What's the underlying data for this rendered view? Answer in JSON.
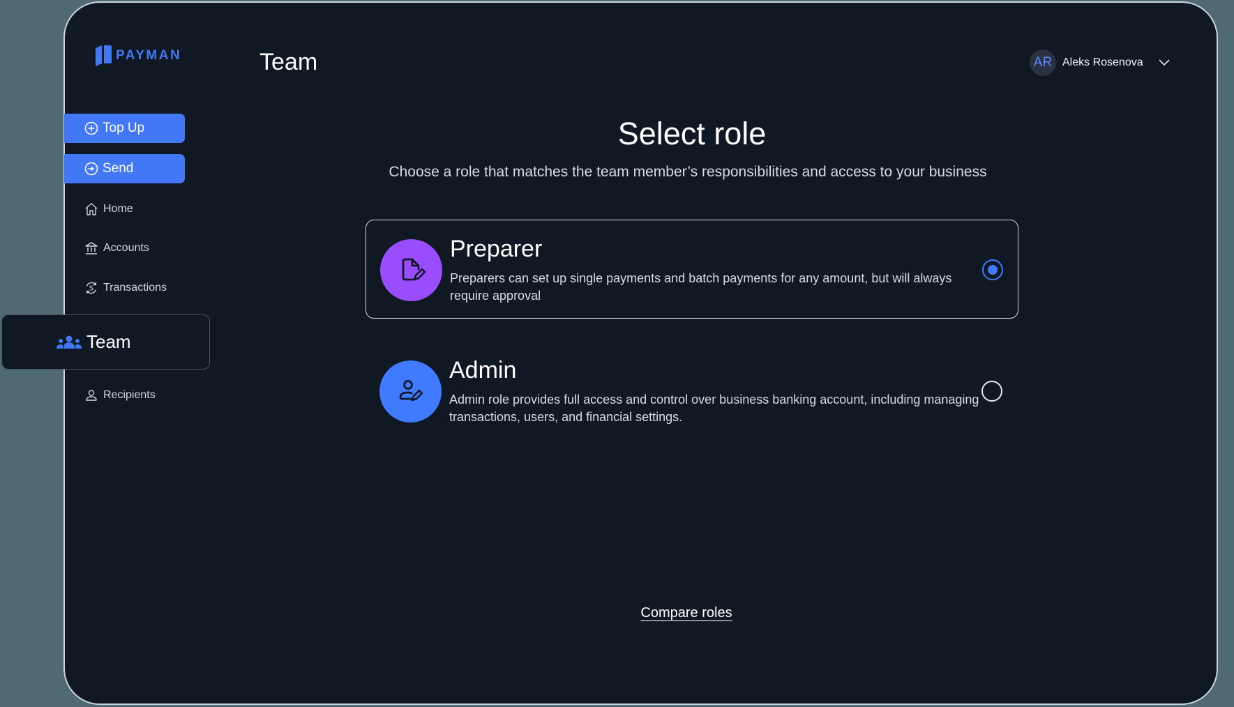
{
  "app": {
    "brand": "PAYMAN",
    "page_title": "Team"
  },
  "user": {
    "initials": "AR",
    "name": "Aleks Rosenova",
    "menu_icon": "chevron-down-icon"
  },
  "sidebar": {
    "actions": [
      {
        "label": "Top Up",
        "icon": "plus-circle-icon"
      },
      {
        "label": "Send",
        "icon": "arrow-right-circle-icon"
      }
    ],
    "items": [
      {
        "label": "Home",
        "icon": "home-icon"
      },
      {
        "label": "Accounts",
        "icon": "bank-icon"
      },
      {
        "label": "Transactions",
        "icon": "transactions-icon"
      },
      {
        "label": "Team",
        "icon": "team-icon",
        "active": true
      },
      {
        "label": "Recipients",
        "icon": "user-icon"
      }
    ]
  },
  "main": {
    "heading": "Select role",
    "subheading": "Choose a role that matches the team member’s responsibilities and access to your business",
    "roles": [
      {
        "title": "Preparer",
        "description": "Preparers can set up single payments and batch payments for any amount, but will always require approval",
        "icon": "document-edit-icon",
        "icon_color": "#9a4dff",
        "selected": true
      },
      {
        "title": "Admin",
        "description": "Admin role provides full access and control over business banking account, including managing transactions, users, and financial settings.",
        "icon": "user-edit-icon",
        "icon_color": "#3f7aff",
        "selected": false
      }
    ],
    "compare_link": "Compare roles"
  },
  "colors": {
    "accent": "#4277f5",
    "panel_bg": "#101824",
    "outer_bg": "#4f6a72",
    "preparer": "#9a4dff",
    "admin": "#3f7aff"
  }
}
